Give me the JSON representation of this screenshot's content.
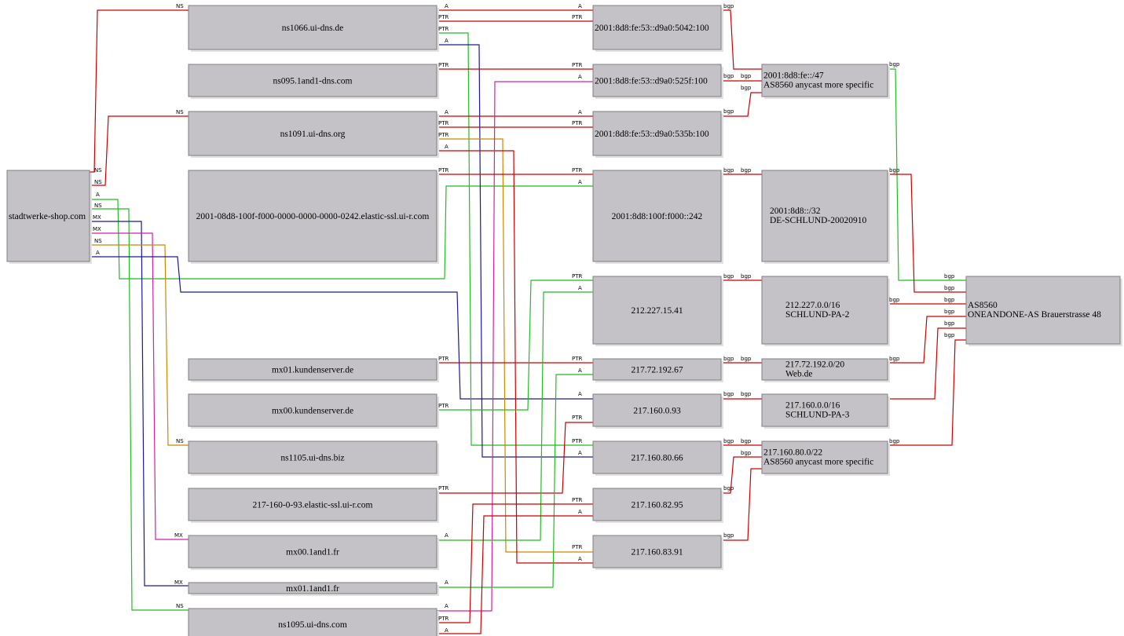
{
  "colors": {
    "red": "#cc0000",
    "green": "#22bb22",
    "blue": "#1a1a99",
    "magenta": "#cc22aa",
    "orange": "#cc8800",
    "node_fill": "#c4c2c6"
  },
  "nodes": {
    "root": {
      "label": "stadtwerke-shop.com"
    },
    "ns1066": {
      "label": "ns1066.ui-dns.de"
    },
    "ns095": {
      "label": "ns095.1and1-dns.com"
    },
    "ns1091": {
      "label": "ns1091.ui-dns.org"
    },
    "elastic_v6": {
      "label": "2001-08d8-100f-f000-0000-0000-0000-0242.elastic-ssl.ui-r.com"
    },
    "mx01k": {
      "label": "mx01.kundenserver.de"
    },
    "mx00k": {
      "label": "mx00.kundenserver.de"
    },
    "ns1105": {
      "label": "ns1105.ui-dns.biz"
    },
    "elastic_v4": {
      "label": "217-160-0-93.elastic-ssl.ui-r.com"
    },
    "mx00fr": {
      "label": "mx00.1and1.fr"
    },
    "mx01fr": {
      "label": "mx01.1and1.fr"
    },
    "ns1095": {
      "label": "ns1095.ui-dns.com"
    },
    "ip_5042": {
      "label": "2001:8d8:fe:53::d9a0:5042:100"
    },
    "ip_525f": {
      "label": "2001:8d8:fe:53::d9a0:525f:100"
    },
    "ip_535b": {
      "label": "2001:8d8:fe:53::d9a0:535b:100"
    },
    "ip_242": {
      "label": "2001:8d8:100f:f000::242"
    },
    "ip_212": {
      "label": "212.227.15.41"
    },
    "ip_217_72": {
      "label": "217.72.192.67"
    },
    "ip_217_160_0": {
      "label": "217.160.0.93"
    },
    "ip_80_66": {
      "label": "217.160.80.66"
    },
    "ip_82_95": {
      "label": "217.160.82.95"
    },
    "ip_83_91": {
      "label": "217.160.83.91"
    },
    "pfx_fe": {
      "lines": [
        "2001:8d8:fe::/47",
        "AS8560 anycast more specific"
      ]
    },
    "pfx_8d8": {
      "lines": [
        "2001:8d8::/32",
        "DE-SCHLUND-20020910"
      ]
    },
    "pfx_212": {
      "lines": [
        "212.227.0.0/16",
        "SCHLUND-PA-2"
      ]
    },
    "pfx_217_72": {
      "lines": [
        "217.72.192.0/20",
        "Web.de"
      ]
    },
    "pfx_217_160": {
      "lines": [
        "217.160.0.0/16",
        "SCHLUND-PA-3"
      ]
    },
    "pfx_80": {
      "lines": [
        "217.160.80.0/22",
        "AS8560 anycast more specific"
      ]
    },
    "as8560": {
      "lines": [
        "AS8560",
        "ONEANDONE-AS Brauerstrasse 48"
      ]
    }
  },
  "edge_labels": {
    "ns": "NS",
    "a": "A",
    "mx": "MX",
    "ptr": "PTR",
    "bgp": "bgp"
  }
}
